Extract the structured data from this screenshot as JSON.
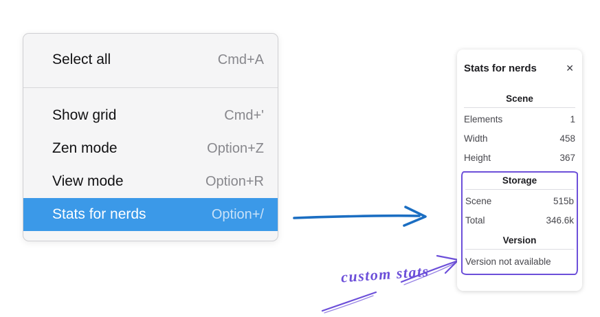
{
  "menu": {
    "items": [
      {
        "label": "Select all",
        "shortcut": "Cmd+A"
      },
      {
        "label": "Show grid",
        "shortcut": "Cmd+'"
      },
      {
        "label": "Zen mode",
        "shortcut": "Option+Z"
      },
      {
        "label": "View mode",
        "shortcut": "Option+R"
      },
      {
        "label": "Stats for nerds",
        "shortcut": "Option+/"
      }
    ]
  },
  "stats_panel": {
    "title": "Stats for nerds",
    "close_glyph": "✕",
    "sections": [
      {
        "title": "Scene",
        "rows": [
          {
            "label": "Elements",
            "value": "1"
          },
          {
            "label": "Width",
            "value": "458"
          },
          {
            "label": "Height",
            "value": "367"
          }
        ]
      },
      {
        "title": "Storage",
        "rows": [
          {
            "label": "Scene",
            "value": "515b"
          },
          {
            "label": "Total",
            "value": "346.6k"
          }
        ]
      },
      {
        "title": "Version",
        "note": "Version not available"
      }
    ]
  },
  "annotation": {
    "label": "custom stats",
    "color": "#6c4fd9"
  },
  "colors": {
    "menu_highlight": "#3b99e8",
    "arrow_blue": "#1b6ec2",
    "annotation_purple": "#6c4fd9"
  }
}
